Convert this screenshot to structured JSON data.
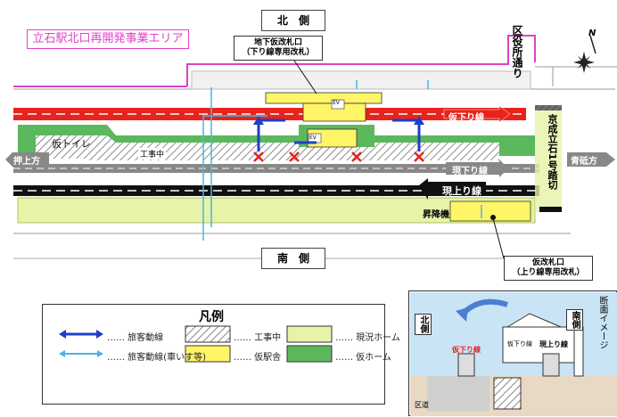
{
  "area_title": "立石駅北口再開発事業エリア",
  "north_side": "北　側",
  "south_side": "南　側",
  "compass_n": "N",
  "street": "区役所通り",
  "oshiage": "押上方",
  "aoto": "青砥方",
  "underground_gate": "地下仮改札口\n（下り線専用改札）",
  "temp_gate": "仮改札口\n（上り線専用改札）",
  "temp_down_line": "仮下り線",
  "current_down_line": "現下り線",
  "current_up_line": "現上り線",
  "temp_toilet": "仮トイレ",
  "construction": "工事中",
  "elevator": "昇降機",
  "ev": "EV",
  "crossing": "京成立石1号踏切",
  "legend": {
    "title": "凡例",
    "passenger_route": "…… 旅客動線",
    "passenger_route_wheelchair": "…… 旅客動線(車いす等)",
    "under_construction": "…… 工事中",
    "temp_station": "…… 仮駅舎",
    "current_platform": "…… 現況ホーム",
    "temp_platform": "…… 仮ホーム"
  },
  "section": {
    "north": "北側",
    "south": "南側",
    "temp_down": "仮下り線",
    "temp_down_small": "仮下り線",
    "current_up": "現上り線",
    "ward": "区道",
    "title": "断面イメージ"
  },
  "colors": {
    "pink": "#e040c8",
    "red_line": "#e8231c",
    "green_platform": "#5cb85c",
    "light_green": "#e6f3a8",
    "yellow_station": "#fff566",
    "blue_arrow": "#1f3ec8",
    "light_blue_arrow": "#4ab4e6"
  }
}
